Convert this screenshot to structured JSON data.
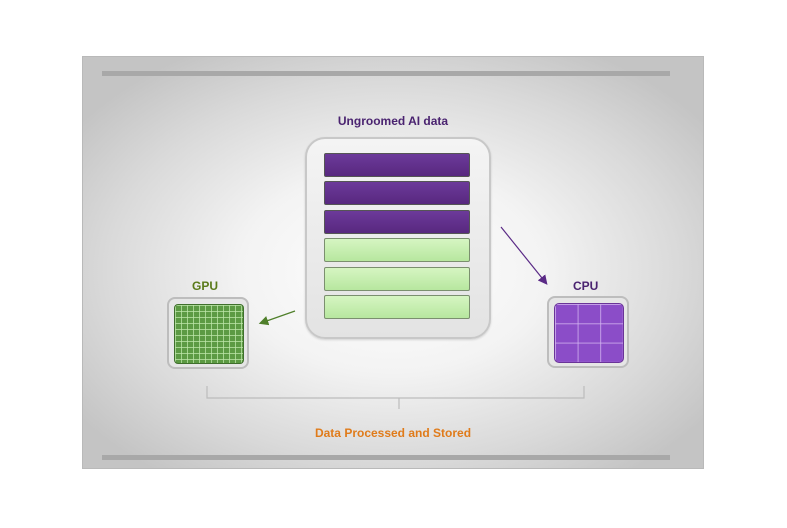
{
  "diagram": {
    "title": "Ungroomed AI data",
    "gpu_label": "GPU",
    "cpu_label": "CPU",
    "footer_label": "Data Processed and Stored",
    "colors": {
      "title": "#4a2370",
      "gpu": "#5c9a43",
      "cpu": "#8b4dc8",
      "footer": "#e07b1a",
      "purple_bar": "#5e2d87",
      "green_bar": "#c3ecab"
    },
    "stack": {
      "purple_rows": 3,
      "green_rows": 3
    }
  }
}
